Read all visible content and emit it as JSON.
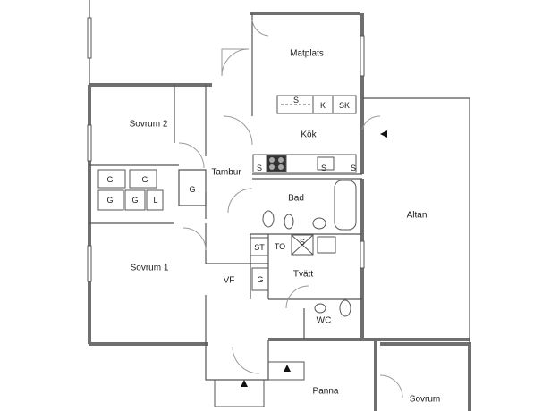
{
  "rooms": {
    "matplats": "Matplats",
    "kok": "Kök",
    "sovrum2": "Sovrum 2",
    "tambur": "Tambur",
    "bad": "Bad",
    "altan": "Altan",
    "sovrum1": "Sovrum 1",
    "vf": "VF",
    "tvatt": "Tvätt",
    "wc": "WC",
    "panna": "Panna",
    "sovrum": "Sovrum"
  },
  "fixtures": {
    "s": "S",
    "k": "K",
    "sk": "SK",
    "g": "G",
    "l": "L",
    "st": "ST",
    "to": "TO"
  },
  "colors": {
    "wall": "#6f6f6f",
    "line": "#555555",
    "thin": "#9a9a9a"
  }
}
